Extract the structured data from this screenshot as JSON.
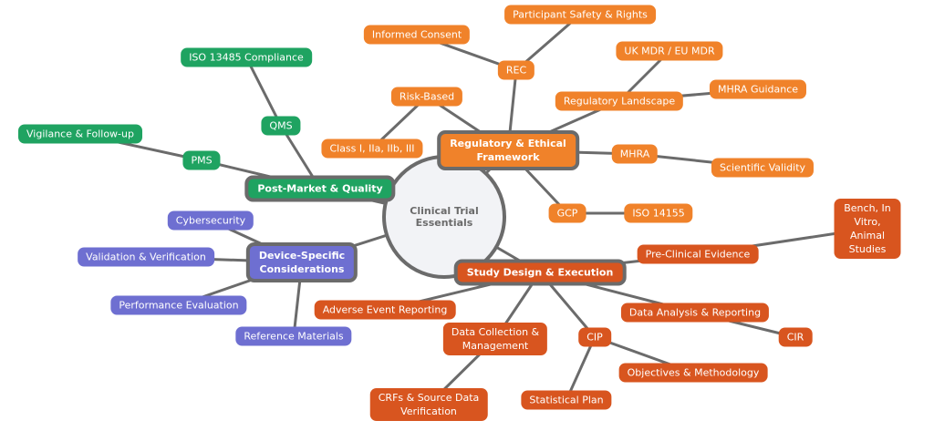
{
  "center": {
    "label": "Clinical Trial Essentials"
  },
  "colors": {
    "regulatory": "#f0822a",
    "post_market": "#1fa361",
    "device": "#6e6fd1",
    "study": "#d8551f",
    "connector": "#6b6b6b",
    "center_fill": "#f2f3f6"
  },
  "branches": {
    "regulatory": {
      "label": "Regulatory & Ethical\nFramework",
      "children": {
        "rec": "REC",
        "informed_consent": "Informed Consent",
        "participant_safety": "Participant Safety & Rights",
        "risk_based": "Risk-Based",
        "class": "Class I, IIa, IIb, III",
        "reg_landscape": "Regulatory Landscape",
        "uk_eu_mdr": "UK MDR / EU MDR",
        "mhra_guidance": "MHRA Guidance",
        "mhra": "MHRA",
        "scientific_validity": "Scientific Validity",
        "gcp": "GCP",
        "iso14155": "ISO 14155"
      }
    },
    "post_market": {
      "label": "Post-Market & Quality",
      "children": {
        "qms": "QMS",
        "iso13485": "ISO 13485 Compliance",
        "pms": "PMS",
        "vigilance": "Vigilance & Follow-up"
      }
    },
    "device": {
      "label": "Device-Specific\nConsiderations",
      "children": {
        "cybersecurity": "Cybersecurity",
        "validation": "Validation & Verification",
        "performance": "Performance Evaluation",
        "reference": "Reference Materials"
      }
    },
    "study": {
      "label": "Study Design & Execution",
      "children": {
        "preclinical": "Pre-Clinical Evidence",
        "bench": "Bench, In Vitro,\nAnimal Studies",
        "adverse": "Adverse Event Reporting",
        "data_collection": "Data Collection &\nManagement",
        "crfs": "CRFs & Source Data\nVerification",
        "cip": "CIP",
        "statistical": "Statistical Plan",
        "objectives": "Objectives & Methodology",
        "data_analysis": "Data Analysis & Reporting",
        "cir": "CIR"
      }
    }
  }
}
